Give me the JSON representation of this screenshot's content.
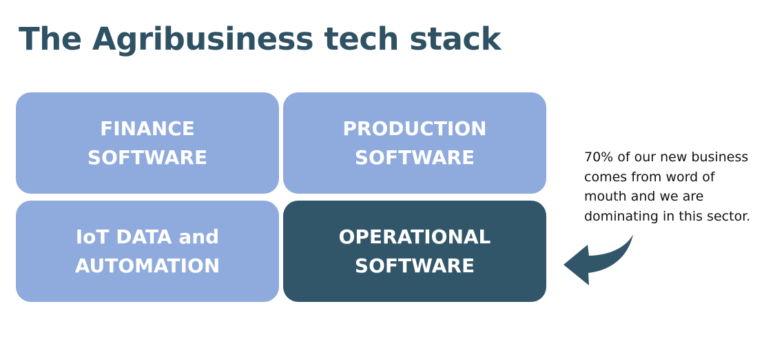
{
  "title": "The Agribusiness tech stack",
  "boxes": [
    {
      "label": "FINANCE\nSOFTWARE"
    },
    {
      "label": "PRODUCTION\nSOFTWARE"
    },
    {
      "label": "IoT DATA and\nAUTOMATION"
    },
    {
      "label": "OPERATIONAL\nSOFTWARE"
    }
  ],
  "note": "70% of our new business\ncomes from word of\nmouth and we are\ndominating in this sector.",
  "colors": {
    "light": "#8FAADC",
    "dark": "#325669",
    "title": "#2F5164"
  }
}
